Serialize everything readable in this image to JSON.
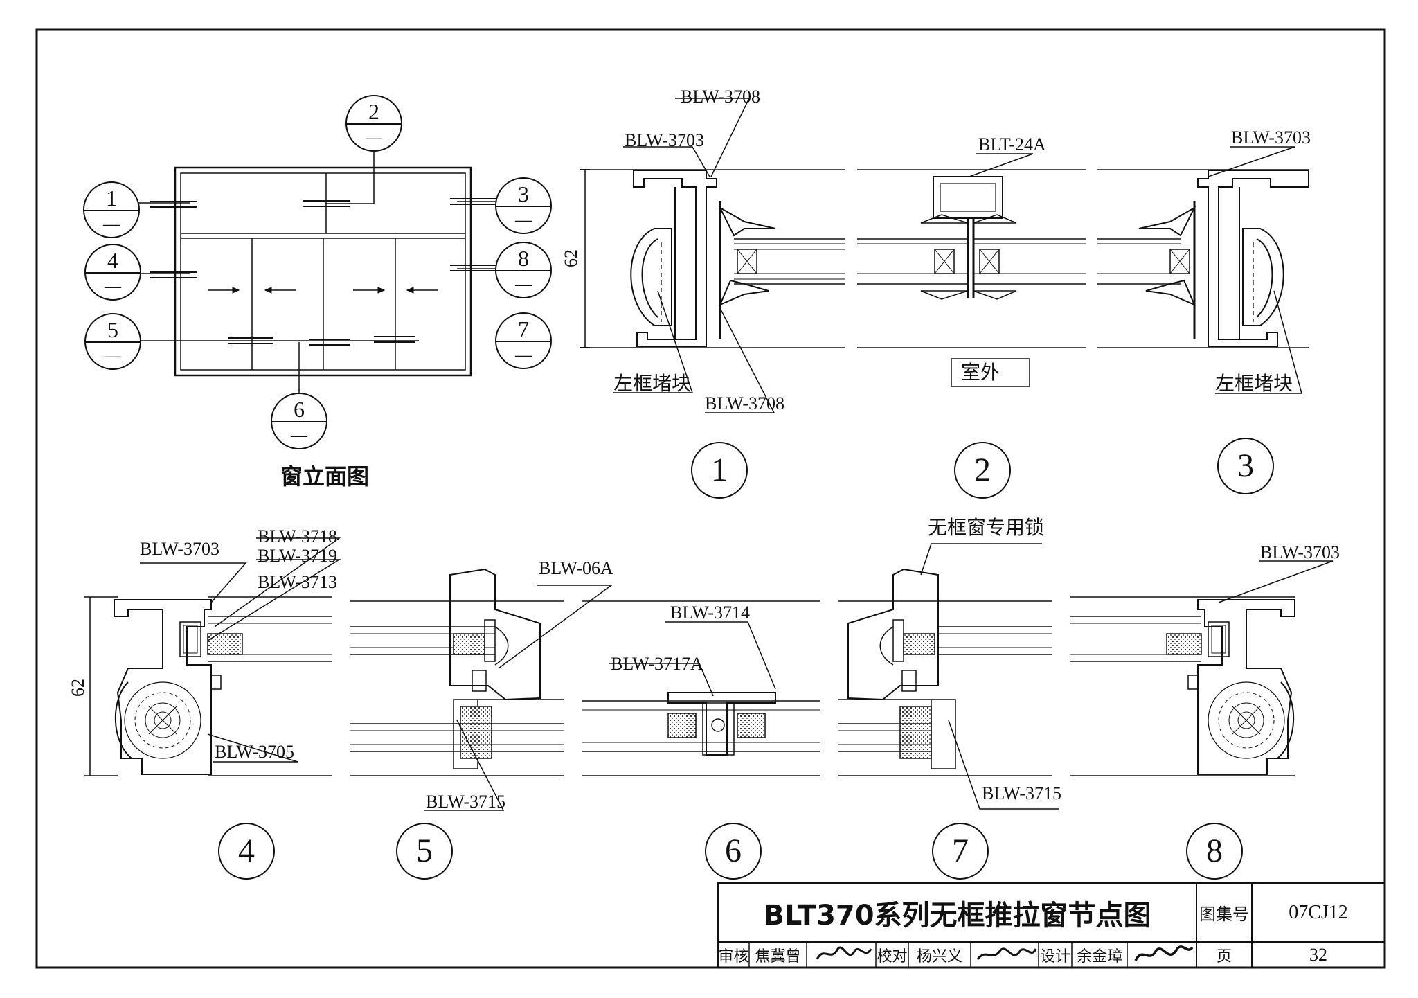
{
  "elevation": {
    "title": "窗立面图",
    "callouts": [
      {
        "num": "1",
        "sub": "—"
      },
      {
        "num": "2",
        "sub": "—"
      },
      {
        "num": "3",
        "sub": "—"
      },
      {
        "num": "4",
        "sub": "—"
      },
      {
        "num": "5",
        "sub": "—"
      },
      {
        "num": "6",
        "sub": "—"
      },
      {
        "num": "7",
        "sub": "—"
      },
      {
        "num": "8",
        "sub": "—"
      }
    ]
  },
  "details_top": {
    "d1": {
      "number": "1",
      "labels": [
        "BLW-3708",
        "BLW-3703",
        "左框堵块",
        "BLW-3708"
      ],
      "dim": "62"
    },
    "d2": {
      "number": "2",
      "labels": [
        "BLT-24A",
        "室外"
      ]
    },
    "d3": {
      "number": "3",
      "labels": [
        "BLW-3703",
        "左框堵块"
      ]
    }
  },
  "details_bottom": {
    "d4": {
      "number": "4",
      "labels": [
        "BLW-3703",
        "BLW-3718",
        "BLW-3719",
        "BLW-3713",
        "BLW-3705"
      ],
      "dim": "62"
    },
    "d5": {
      "number": "5",
      "labels": [
        "BLW-06A",
        "BLW-3715"
      ]
    },
    "d6": {
      "number": "6",
      "labels": [
        "BLW-3714",
        "BLW-3717A"
      ]
    },
    "d7": {
      "number": "7",
      "labels": [
        "无框窗专用锁",
        "BLW-3715"
      ]
    },
    "d8": {
      "number": "8",
      "labels": [
        "BLW-3703"
      ]
    }
  },
  "title_block": {
    "title": "BLT370系列无框推拉窗节点图",
    "atlas_label": "图集号",
    "atlas_no": "07CJ12",
    "review_label": "审核",
    "reviewer": "焦冀曾",
    "check_label": "校对",
    "checker": "杨兴义",
    "design_label": "设计",
    "designer": "余金璋",
    "page_label": "页",
    "page_no": "32"
  }
}
